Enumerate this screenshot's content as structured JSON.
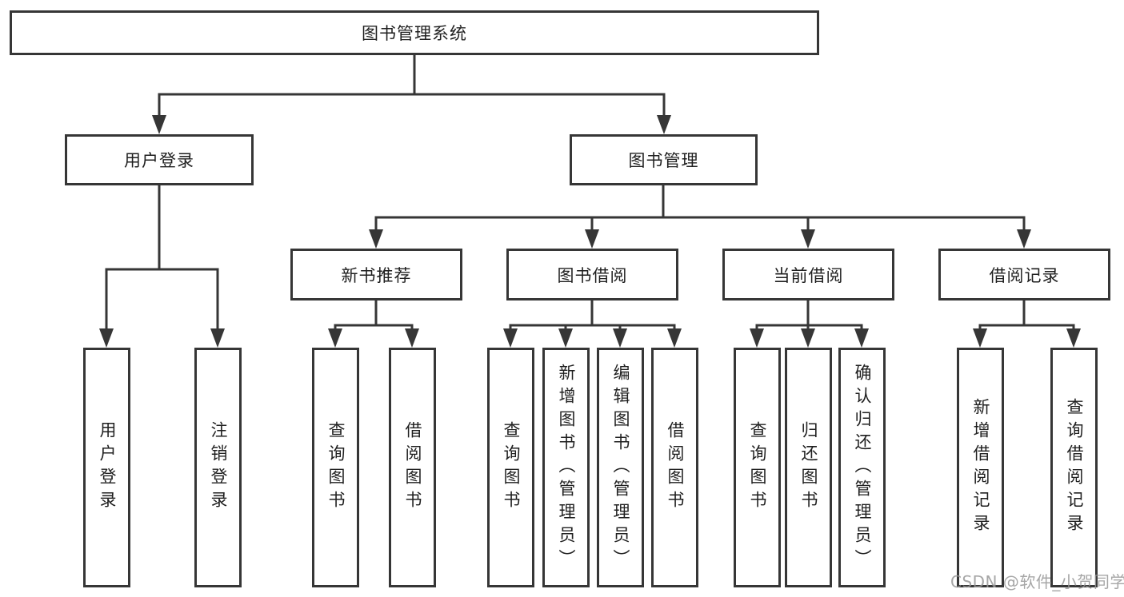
{
  "nodes": {
    "root": "图书管理系统",
    "user_login": "用户登录",
    "book_mgmt": "图书管理",
    "new_books": "新书推荐",
    "book_borrow": "图书借阅",
    "current_borrow": "当前借阅",
    "borrow_records": "借阅记录",
    "user_login_children": [
      "用户登录",
      "注销登录"
    ],
    "new_books_children": [
      "查询图书",
      "借阅图书"
    ],
    "book_borrow_children": [
      "查询图书",
      "新增图书（管理员）",
      "编辑图书（管理员）",
      "借阅图书"
    ],
    "current_borrow_children": [
      "查询图书",
      "归还图书",
      "确认归还（管理员）"
    ],
    "borrow_records_children": [
      "新增借阅记录",
      "查询借阅记录"
    ]
  },
  "watermark": "CSDN @软件_小贺同学",
  "colors": {
    "line": "#363636",
    "text": "#1f1f1f",
    "background": "#ffffff",
    "watermark": "#969696"
  }
}
